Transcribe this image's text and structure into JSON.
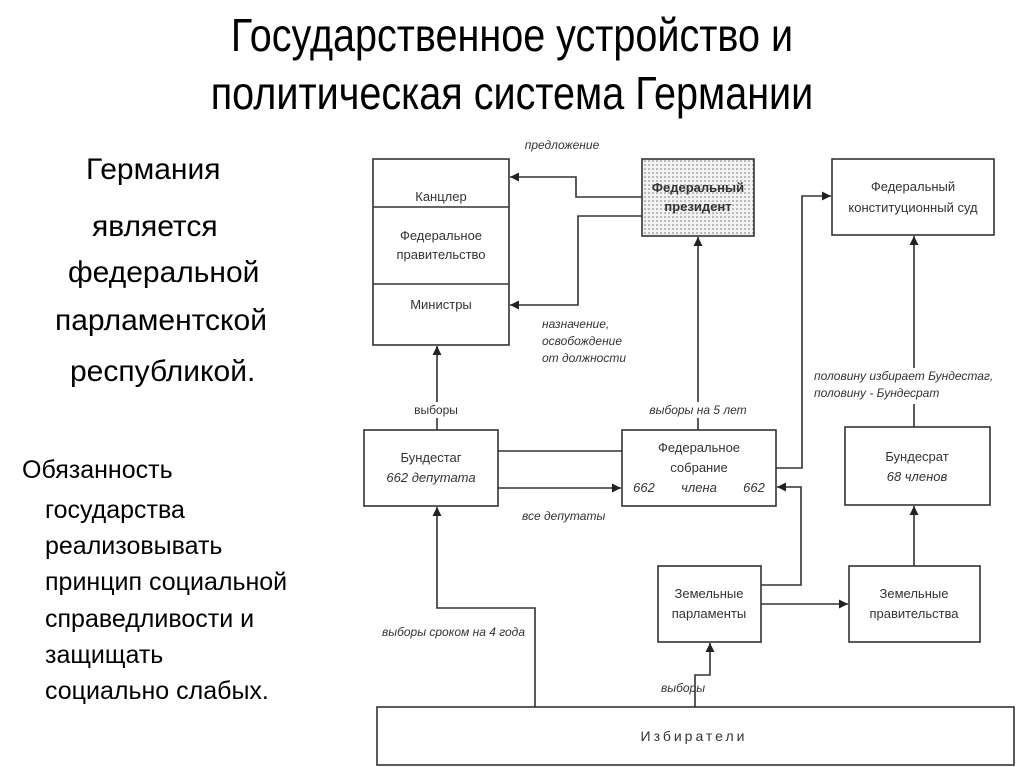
{
  "title": {
    "line1": "Государственное устройство и",
    "line2": "политическая система Германии"
  },
  "lead_text": {
    "lines": [
      "Германия",
      "является",
      "федеральной",
      "парламентской",
      "республикой."
    ]
  },
  "duty_text": {
    "lines": [
      "Обязанность",
      "государства",
      "реализовывать",
      "принцип социальной",
      "справедливости и",
      "защищать",
      "социально слабых."
    ]
  },
  "diagram": {
    "nodes": {
      "chancellor": "Канцлер",
      "government_1": "Федеральное",
      "government_2": "правительство",
      "ministers": "Министры",
      "president_1": "Федеральный",
      "president_2": "президент",
      "court_1": "Федеральный",
      "court_2": "конституционный суд",
      "bundestag_1": "Бундестаг",
      "bundestag_2": "662 депутата",
      "assembly_1": "Федеральное",
      "assembly_2": "собрание",
      "assembly_left": "662",
      "assembly_mid": "члена",
      "assembly_right": "662",
      "bundesrat_1": "Бундесрат",
      "bundesrat_2": "68 членов",
      "land_parl_1": "Земельные",
      "land_parl_2": "парламенты",
      "land_gov_1": "Земельные",
      "land_gov_2": "правительства",
      "voters": "Избиратели"
    },
    "labels": {
      "proposal": "предложение",
      "appointment_1": "назначение,",
      "appointment_2": "освобождение",
      "appointment_3": "от должности",
      "elections": "выборы",
      "elections_5y": "выборы на 5 лет",
      "half_1": "половину избирает Бундестаг,",
      "half_2": "половину - Бундесрат",
      "all_deputies": "все депутаты",
      "elections_4y": "выборы сроком на 4 года",
      "elections_land": "выборы"
    }
  }
}
